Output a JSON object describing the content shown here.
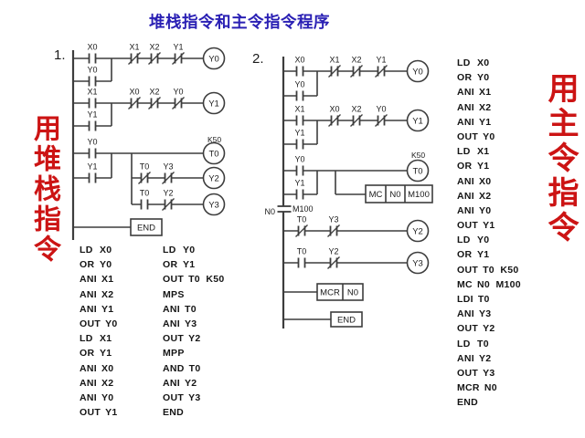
{
  "title": {
    "text": "堆栈指令和主令指令程序",
    "color": "#2a20b4"
  },
  "side_labels": {
    "left": "用堆栈指令",
    "right": "用主令指令",
    "color": "#cc1414"
  },
  "diagram_numbers": {
    "d1": "1.",
    "d2": "2."
  },
  "colors": {
    "line": "#3d3d3d",
    "text": "#1a1a1a",
    "background": "#ffffff"
  },
  "ladders": {
    "d1": {
      "view": [
        55,
        44,
        200,
        226
      ],
      "els": [
        [
          "rail",
          80,
          55,
          263
        ],
        [
          "h",
          80,
          223,
          64
        ],
        [
          "h",
          80,
          122,
          89
        ],
        [
          "v",
          122,
          64,
          89
        ],
        [
          "no",
          101,
          64,
          "X0"
        ],
        [
          "nc",
          147,
          64,
          "X1"
        ],
        [
          "nc",
          169,
          64,
          "X2"
        ],
        [
          "nc",
          195,
          64,
          "Y1"
        ],
        [
          "coil",
          234,
          64,
          "Y0"
        ],
        [
          "no",
          101,
          89,
          "Y0"
        ],
        [
          "h",
          80,
          223,
          113
        ],
        [
          "h",
          80,
          122,
          138
        ],
        [
          "v",
          122,
          113,
          138
        ],
        [
          "no",
          101,
          113,
          "X1"
        ],
        [
          "nc",
          147,
          113,
          "X0"
        ],
        [
          "nc",
          169,
          113,
          "X2"
        ],
        [
          "nc",
          195,
          113,
          "Y0"
        ],
        [
          "coil",
          234,
          113,
          "Y1"
        ],
        [
          "no",
          101,
          138,
          "Y1"
        ],
        [
          "h",
          80,
          223,
          168
        ],
        [
          "h",
          80,
          122,
          195
        ],
        [
          "v",
          122,
          168,
          195
        ],
        [
          "no",
          101,
          168,
          "Y0"
        ],
        [
          "coil",
          234,
          168,
          "T0"
        ],
        [
          "sup",
          227,
          156,
          "K50"
        ],
        [
          "no",
          101,
          195,
          "Y1"
        ],
        [
          "v",
          144,
          168,
          224
        ],
        [
          "h",
          144,
          223,
          195
        ],
        [
          "nc",
          158,
          195,
          "T0"
        ],
        [
          "nc",
          184,
          195,
          "Y3"
        ],
        [
          "coil",
          234,
          195,
          "Y2"
        ],
        [
          "h",
          144,
          223,
          224
        ],
        [
          "no",
          158,
          224,
          "T0"
        ],
        [
          "nc",
          184,
          224,
          "Y2"
        ],
        [
          "coil",
          234,
          224,
          "Y3"
        ],
        [
          "h",
          80,
          143,
          249
        ],
        [
          "box",
          143,
          240,
          18,
          [
            [
              34,
              "END"
            ]
          ]
        ]
      ]
    },
    "d2": {
      "view": [
        283,
        52,
        200,
        312
      ],
      "els": [
        [
          "rail",
          310,
          62,
          360
        ],
        [
          "h",
          310,
          446,
          78
        ],
        [
          "h",
          310,
          347,
          105
        ],
        [
          "v",
          347,
          78,
          105
        ],
        [
          "no",
          328,
          78,
          "X0"
        ],
        [
          "nc",
          366,
          78,
          "X1"
        ],
        [
          "nc",
          390,
          78,
          "X2"
        ],
        [
          "nc",
          417,
          78,
          "Y1"
        ],
        [
          "coil",
          457,
          78,
          "Y0"
        ],
        [
          "no",
          328,
          105,
          "Y0"
        ],
        [
          "h",
          310,
          446,
          132
        ],
        [
          "h",
          310,
          347,
          158
        ],
        [
          "v",
          347,
          132,
          158
        ],
        [
          "no",
          328,
          132,
          "X1"
        ],
        [
          "nc",
          366,
          132,
          "X0"
        ],
        [
          "nc",
          390,
          132,
          "X2"
        ],
        [
          "nc",
          417,
          132,
          "Y0"
        ],
        [
          "coil",
          457,
          132,
          "Y1"
        ],
        [
          "no",
          328,
          158,
          "Y1"
        ],
        [
          "h",
          310,
          446,
          187
        ],
        [
          "h",
          310,
          347,
          213
        ],
        [
          "v",
          347,
          187,
          213
        ],
        [
          "no",
          328,
          187,
          "Y0"
        ],
        [
          "coil",
          457,
          187,
          "T0"
        ],
        [
          "sup",
          450,
          173,
          "K50"
        ],
        [
          "no",
          328,
          213,
          "Y1"
        ],
        [
          "v",
          367,
          187,
          213
        ],
        [
          "h",
          367,
          400,
          213
        ],
        [
          "box",
          400,
          203,
          19,
          [
            [
              22,
              "MC"
            ],
            [
              21,
              "N0"
            ],
            [
              30,
              "M100"
            ]
          ]
        ],
        [
          "railno",
          311,
          229,
          "N0",
          "M100"
        ],
        [
          "h",
          310,
          446,
          253
        ],
        [
          "nc",
          330,
          253,
          "T0"
        ],
        [
          "nc",
          365,
          253,
          "Y3"
        ],
        [
          "coil",
          457,
          253,
          "Y2"
        ],
        [
          "h",
          310,
          446,
          288
        ],
        [
          "no",
          330,
          288,
          "T0"
        ],
        [
          "nc",
          365,
          288,
          "Y2"
        ],
        [
          "coil",
          457,
          288,
          "Y3"
        ],
        [
          "h",
          310,
          347,
          320
        ],
        [
          "box",
          347,
          311,
          18,
          [
            [
              28,
              "MCR"
            ],
            [
              22,
              "N0"
            ]
          ]
        ],
        [
          "h",
          310,
          362,
          350
        ],
        [
          "box",
          362,
          342,
          16,
          [
            [
              34,
              "END"
            ]
          ]
        ]
      ]
    }
  },
  "programs": {
    "stack_col1": [
      [
        "LD",
        "X0"
      ],
      [
        "OR",
        "Y0"
      ],
      [
        "ANI",
        "X1"
      ],
      [
        "ANI",
        "X2"
      ],
      [
        "ANI",
        "Y1"
      ],
      [
        "OUT",
        "Y0"
      ],
      [
        "LD",
        "X1"
      ],
      [
        "OR",
        "Y1"
      ],
      [
        "ANI",
        "X0"
      ],
      [
        "ANI",
        "X2"
      ],
      [
        "ANI",
        "Y0"
      ],
      [
        "OUT",
        "Y1"
      ]
    ],
    "stack_col2": [
      [
        "LD",
        "Y0"
      ],
      [
        "OR",
        "Y1"
      ],
      [
        "OUT",
        "T0  K50"
      ],
      [
        "MPS",
        ""
      ],
      [
        "ANI",
        "T0"
      ],
      [
        "ANI",
        "Y3"
      ],
      [
        "OUT",
        "Y2"
      ],
      [
        "MPP",
        ""
      ],
      [
        "AND",
        "T0"
      ],
      [
        "ANI",
        "Y2"
      ],
      [
        "OUT",
        "Y3"
      ],
      [
        "END",
        ""
      ]
    ],
    "master": [
      [
        "LD",
        "X0"
      ],
      [
        "OR",
        "Y0"
      ],
      [
        "ANI",
        "X1"
      ],
      [
        "ANI",
        "X2"
      ],
      [
        "ANI",
        "Y1"
      ],
      [
        "OUT",
        "Y0"
      ],
      [
        "LD",
        "X1"
      ],
      [
        "OR",
        "Y1"
      ],
      [
        "ANI",
        "X0"
      ],
      [
        "ANI",
        "X2"
      ],
      [
        "ANI",
        "Y0"
      ],
      [
        "OUT",
        "Y1"
      ],
      [
        "LD",
        "Y0"
      ],
      [
        "OR",
        "Y1"
      ],
      [
        "OUT",
        "T0  K50"
      ],
      [
        "MC",
        "N0  M100"
      ],
      [
        "LDI",
        "T0"
      ],
      [
        "ANI",
        "Y3"
      ],
      [
        "OUT",
        "Y2"
      ],
      [
        "LD",
        "T0"
      ],
      [
        "ANI",
        "Y2"
      ],
      [
        "OUT",
        "Y3"
      ],
      [
        "MCR",
        "N0"
      ],
      [
        "END",
        ""
      ]
    ]
  }
}
